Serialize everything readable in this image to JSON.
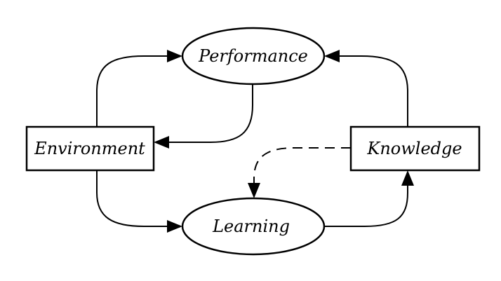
{
  "nodes": {
    "performance": {
      "label": "Performance",
      "shape": "ellipse"
    },
    "environment": {
      "label": "Environment",
      "shape": "rectangle"
    },
    "knowledge": {
      "label": "Knowledge",
      "shape": "rectangle"
    },
    "learning": {
      "label": "Learning",
      "shape": "ellipse"
    }
  },
  "edges": [
    {
      "from": "environment",
      "to": "performance",
      "style": "solid"
    },
    {
      "from": "performance",
      "to": "environment",
      "style": "solid"
    },
    {
      "from": "knowledge",
      "to": "performance",
      "style": "solid"
    },
    {
      "from": "environment",
      "to": "learning",
      "style": "solid"
    },
    {
      "from": "learning",
      "to": "knowledge",
      "style": "solid"
    },
    {
      "from": "knowledge",
      "to": "learning",
      "style": "dashed"
    }
  ],
  "colors": {
    "stroke": "#000000",
    "fill": "#ffffff"
  }
}
